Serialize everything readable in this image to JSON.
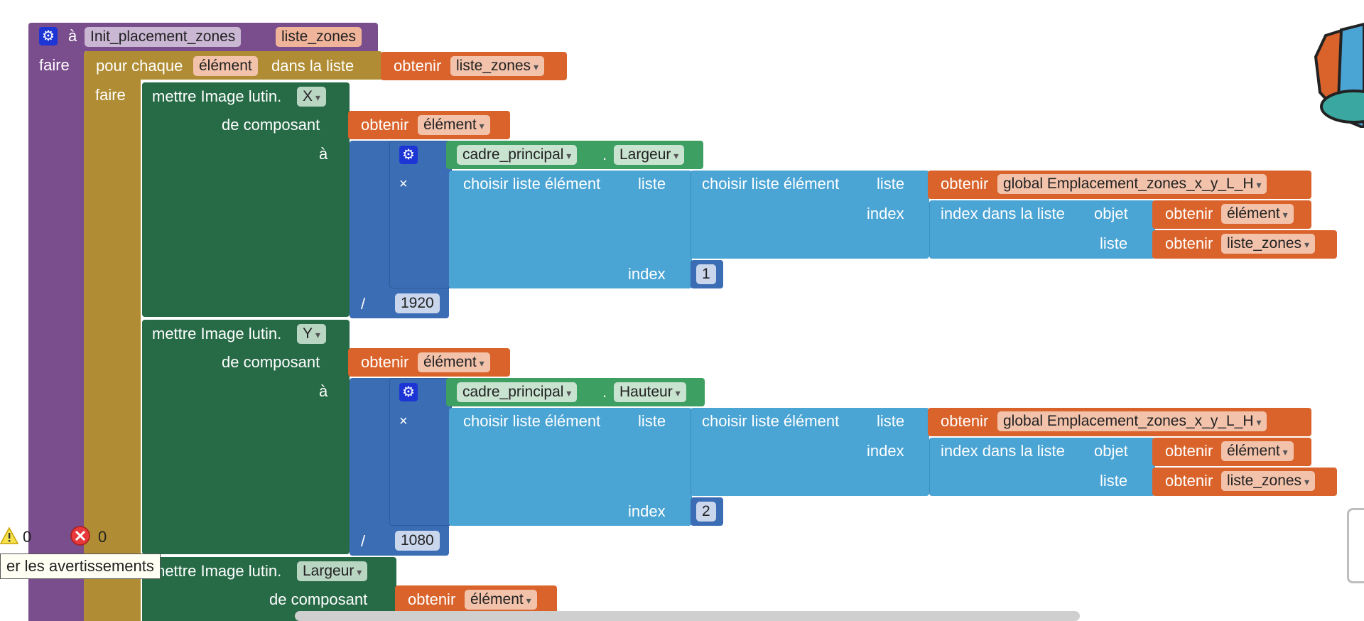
{
  "procedure": {
    "to_label": "à",
    "name": "Init_placement_zones",
    "param": "liste_zones",
    "do_label": "faire"
  },
  "foreach": {
    "prefix": "pour chaque",
    "var": "élément",
    "in_list": "dans la liste",
    "do_label": "faire"
  },
  "common": {
    "obtenir": "obtenir",
    "element_var": "élément",
    "liste_zones": "liste_zones",
    "de_composant": "de composant",
    "a": "à",
    "choisir": "choisir liste élément",
    "liste": "liste",
    "index": "index",
    "index_dans": "index dans la liste",
    "objet": "objet",
    "global_var": "global Emplacement_zones_x_y_L_H",
    "cadre": "cadre_principal",
    "dot": ".",
    "times": "×",
    "divide": "/"
  },
  "set_x": {
    "label": "mettre Image lutin.",
    "prop": "X",
    "comp_prop": "Largeur",
    "index_value": "1",
    "divisor": "1920"
  },
  "set_y": {
    "label": "mettre Image lutin.",
    "prop": "Y",
    "comp_prop": "Hauteur",
    "index_value": "2",
    "divisor": "1080"
  },
  "set_l": {
    "label": "mettre Image lutin.",
    "prop": "Largeur"
  },
  "status": {
    "warnings": "0",
    "errors": "0",
    "tooltip": "er les avertissements"
  },
  "colors": {
    "procedure": "#7a4e8c",
    "control": "#b08d34",
    "setter": "#266a46",
    "math": "#3b6db5",
    "list": "#4aa4d4",
    "variable": "#d9632b",
    "component": "#3e9f62"
  }
}
